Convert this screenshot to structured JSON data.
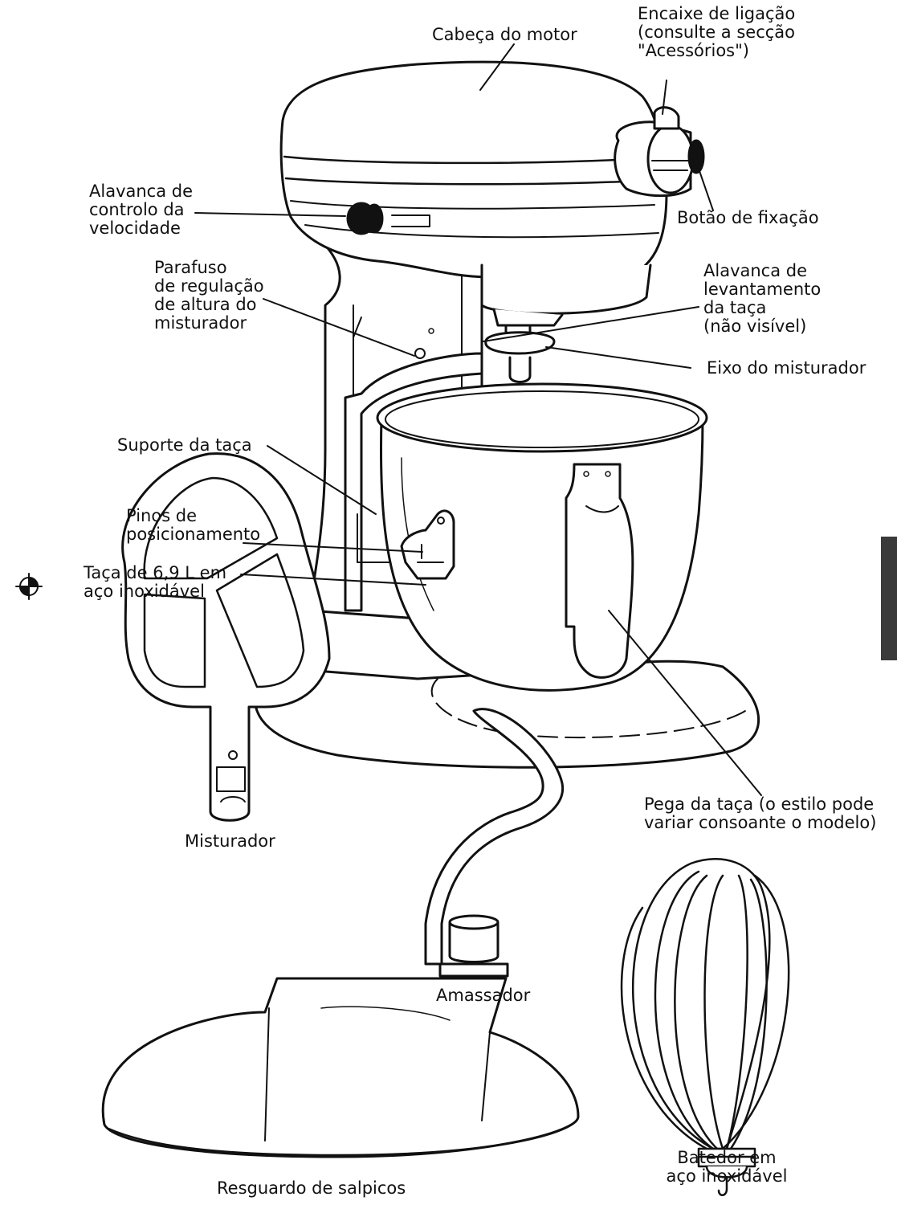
{
  "labels": {
    "motor_head": "Cabeça do motor",
    "attachment_hub": "Encaixe de ligação\n(consulte a secção\n\"Acessórios\")",
    "speed_lever": "Alavanca de\ncontrolo da\nvelocidade",
    "fixing_knob": "Botão de fixação",
    "height_screw": "Parafuso\nde regulação\nde altura do\nmisturador",
    "bowl_lift": "Alavanca de\nlevantamento\nda taça\n(não visível)",
    "beater_shaft": "Eixo do misturador",
    "bowl_support": "Suporte da taça",
    "locating_pins": "Pinos de\nposicionamento",
    "bowl": "Taça de 6,9 L em\naço inoxidável",
    "bowl_handle": "Pega da taça (o estilo pode\nvariar consoante o modelo)",
    "flat_beater": "Misturador",
    "dough_hook": "Amassador",
    "whisk": "Batedor em\naço inoxidável",
    "pouring_shield": "Resguardo de salpicos"
  },
  "colors": {
    "line": "#111111",
    "fill": "#ffffff",
    "side_tab": "#3a3a3a"
  },
  "icons": {
    "registration_mark": "crosshair-target-icon"
  }
}
